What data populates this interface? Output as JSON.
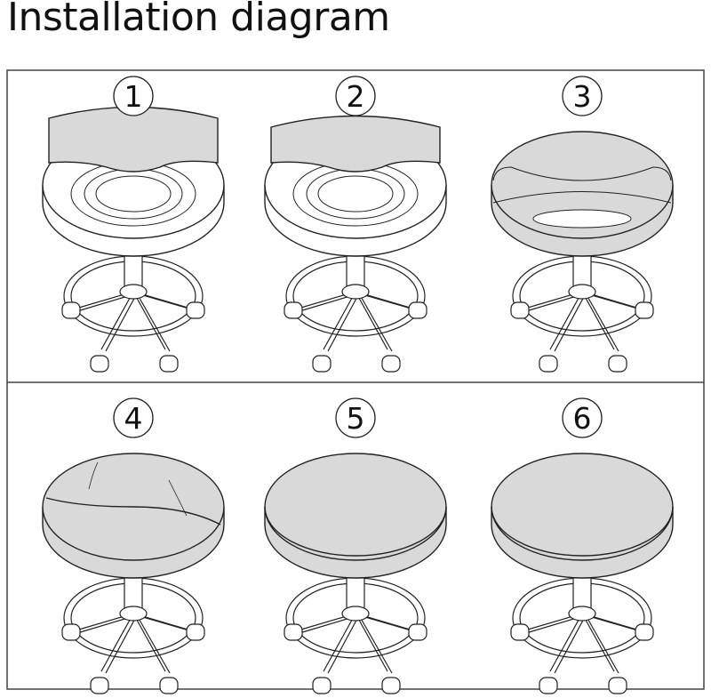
{
  "title": "Installation diagram",
  "colors": {
    "line": "#222222",
    "cover": "#d9d9d9",
    "frame": "#444444"
  },
  "steps": [
    {
      "label": "1",
      "state": "cover-back"
    },
    {
      "label": "2",
      "state": "cover-back-stretched"
    },
    {
      "label": "3",
      "state": "cover-front"
    },
    {
      "label": "4",
      "state": "cover-partial"
    },
    {
      "label": "5",
      "state": "cover-complete"
    },
    {
      "label": "6",
      "state": "cover-complete"
    }
  ]
}
